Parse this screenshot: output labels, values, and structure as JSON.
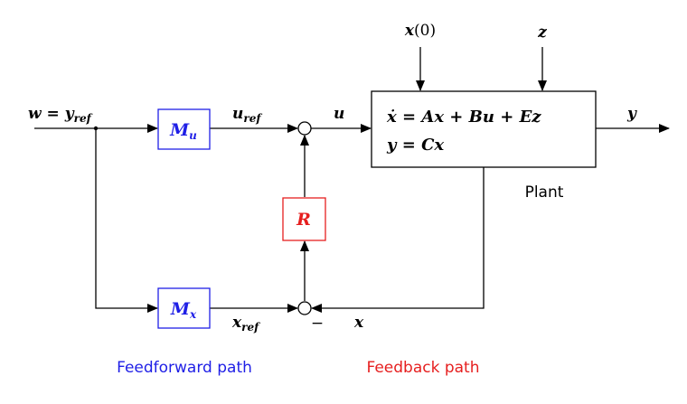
{
  "signals": {
    "w_lhs": "w",
    "w_rhs": "y",
    "w_rhs_sub": "ref",
    "u_ref": "u",
    "u_ref_sub": "ref",
    "u": "u",
    "x_ref": "x",
    "x_ref_sub": "ref",
    "x_feedback": "x",
    "x0": "x",
    "x0_arg": "(0)",
    "z": "z",
    "y": "y",
    "minus": "−"
  },
  "blocks": {
    "Mu": {
      "main": "M",
      "sub": "u"
    },
    "Mx": {
      "main": "M",
      "sub": "x"
    },
    "R": {
      "main": "R"
    },
    "plant": {
      "eq1": "ẋ = Ax + Bu + Ez",
      "eq2": "y = Cx",
      "label": "Plant"
    }
  },
  "captions": {
    "feedforward": "Feedforward path",
    "feedback": "Feedback path"
  },
  "colors": {
    "feedforward": "#1f1fe6",
    "feedback": "#e61f1f",
    "wire": "#000000"
  }
}
